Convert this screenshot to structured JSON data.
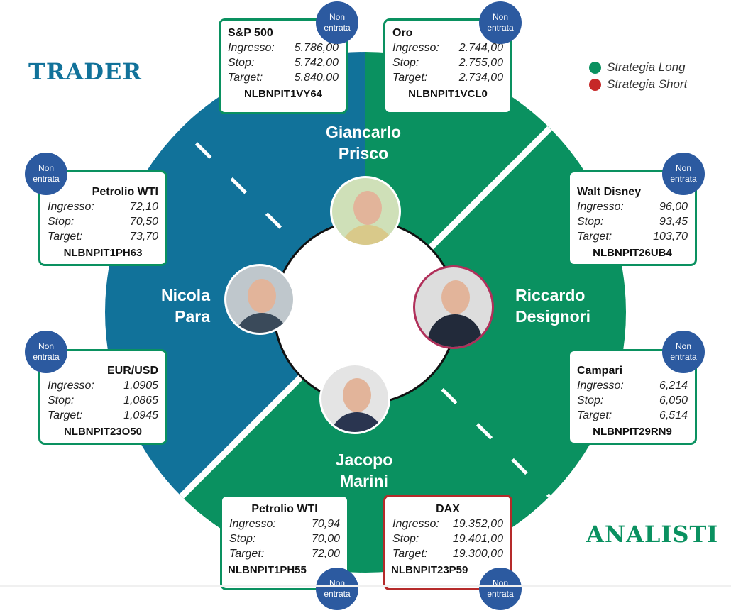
{
  "logos": {
    "trader": "TRADER",
    "analisti": "ANALISTI"
  },
  "legend": {
    "long": "Strategia Long",
    "short": "Strategia Short",
    "long_color": "#0a9160",
    "short_color": "#c62828"
  },
  "people": [
    "Giancarlo",
    "Prisco",
    "Nicola",
    "Para",
    "Riccardo",
    "Designori",
    "Jacopo",
    "Marini"
  ],
  "badge": {
    "line1": "Non",
    "line2": "entrata"
  },
  "labels": {
    "entry": "Ingresso:",
    "stop": "Stop:",
    "target": "Target:"
  },
  "cards": [
    {
      "title": "S&P 500",
      "entry": "5.786,00",
      "stop": "5.742,00",
      "target": "5.840,00",
      "code": "NLBNPIT1VY64",
      "strategy": "long"
    },
    {
      "title": "Oro",
      "entry": "2.744,00",
      "stop": "2.755,00",
      "target": "2.734,00",
      "code": "NLBNPIT1VCL0",
      "strategy": "long"
    },
    {
      "title": "Petrolio WTI",
      "entry": "72,10",
      "stop": "70,50",
      "target": "73,70",
      "code": "NLBNPIT1PH63",
      "strategy": "long"
    },
    {
      "title": "EUR/USD",
      "entry": "1,0905",
      "stop": "1,0865",
      "target": "1,0945",
      "code": "NLBNPIT23O50",
      "strategy": "long"
    },
    {
      "title": "Walt Disney",
      "entry": "96,00",
      "stop": "93,45",
      "target": "103,70",
      "code": "NLBNPIT26UB4",
      "strategy": "long"
    },
    {
      "title": "Campari",
      "entry": "6,214",
      "stop": "6,050",
      "target": "6,514",
      "code": "NLBNPIT29RN9",
      "strategy": "long"
    },
    {
      "title": "Petrolio WTI",
      "entry": "70,94",
      "stop": "70,00",
      "target": "72,00",
      "code": "NLBNPIT1PH55",
      "strategy": "long"
    },
    {
      "title": "DAX",
      "entry": "19.352,00",
      "stop": "19.401,00",
      "target": "19.300,00",
      "code": "NLBNPIT23P59",
      "strategy": "short"
    }
  ]
}
